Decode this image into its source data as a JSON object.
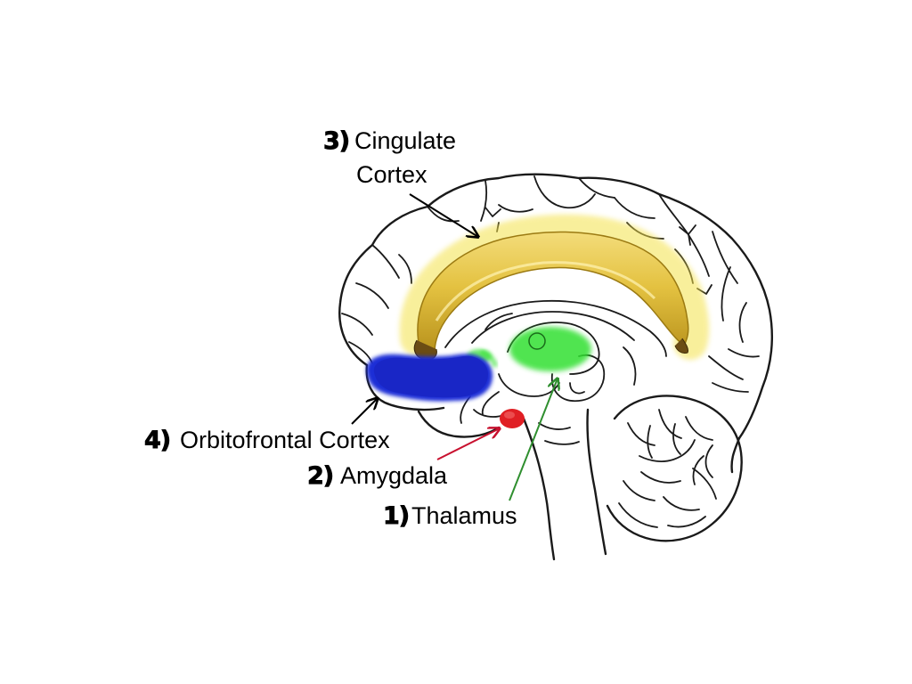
{
  "labels": {
    "cingulate": {
      "number": "3)",
      "line1": "Cingulate",
      "line2": "Cortex"
    },
    "orbitofrontal": {
      "number": "4)",
      "text": "Orbitofrontal Cortex"
    },
    "amygdala": {
      "number": "2)",
      "text": "Amygdala"
    },
    "thalamus": {
      "number": "1)",
      "text": "Thalamus"
    }
  },
  "colors": {
    "cingulate_fill": "#e3c13a",
    "orbitofrontal_fill": "#1f2ed6",
    "amygdala_fill": "#e01f24",
    "thalamus_fill": "#33e033",
    "amygdala_arrow": "#c8102e",
    "thalamus_arrow": "#2f8f2f",
    "outline": "#1a1a1a"
  },
  "icons": {
    "cingulate_region": "banana-shape",
    "brain": "brain-sagittal-outline"
  }
}
